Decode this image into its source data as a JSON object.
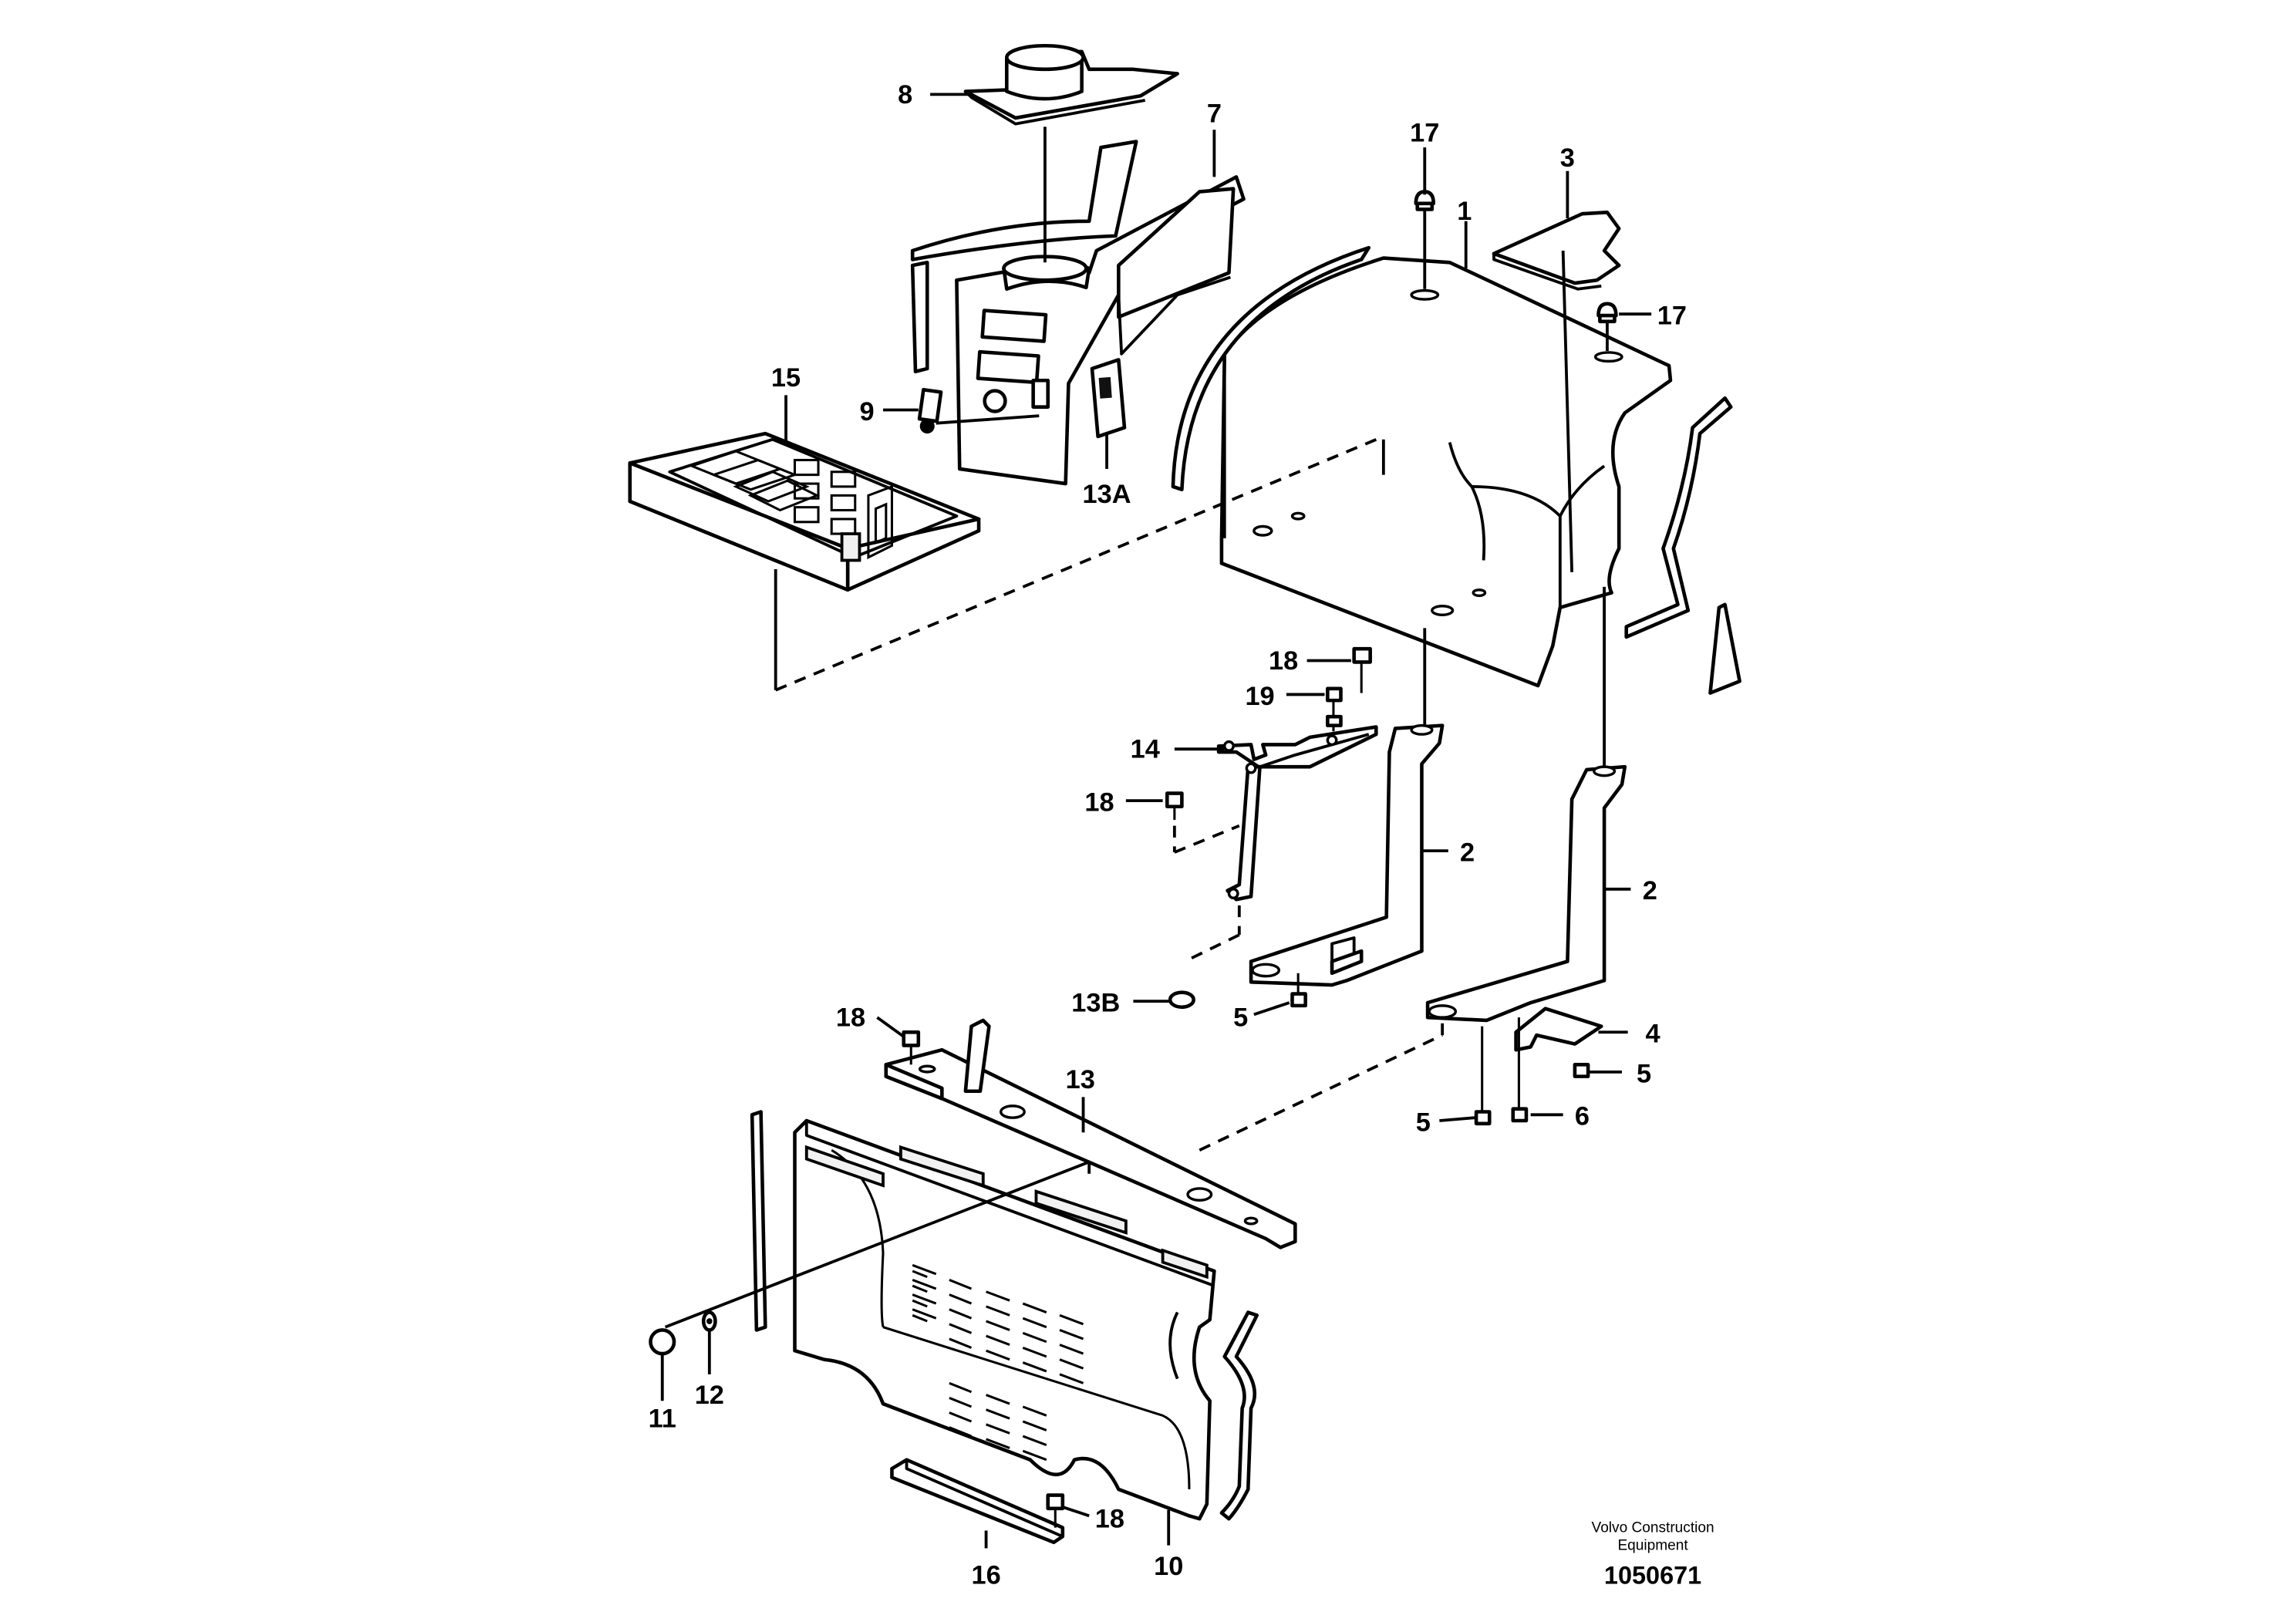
{
  "callouts": {
    "c1": "1",
    "c2a": "2",
    "c2b": "2",
    "c3": "3",
    "c4": "4",
    "c5a": "5",
    "c5b": "5",
    "c5c": "5",
    "c6": "6",
    "c7": "7",
    "c8": "8",
    "c9": "9",
    "c10": "10",
    "c11": "11",
    "c12": "12",
    "c13": "13",
    "c13a": "13A",
    "c13b": "13B",
    "c14": "14",
    "c15": "15",
    "c16": "16",
    "c17a": "17",
    "c17b": "17",
    "c18a": "18",
    "c18b": "18",
    "c18c": "18",
    "c18d": "18",
    "c19": "19"
  },
  "footer": {
    "credit_line1": "Volvo Construction",
    "credit_line2": "Equipment",
    "document_number": "1050671"
  }
}
